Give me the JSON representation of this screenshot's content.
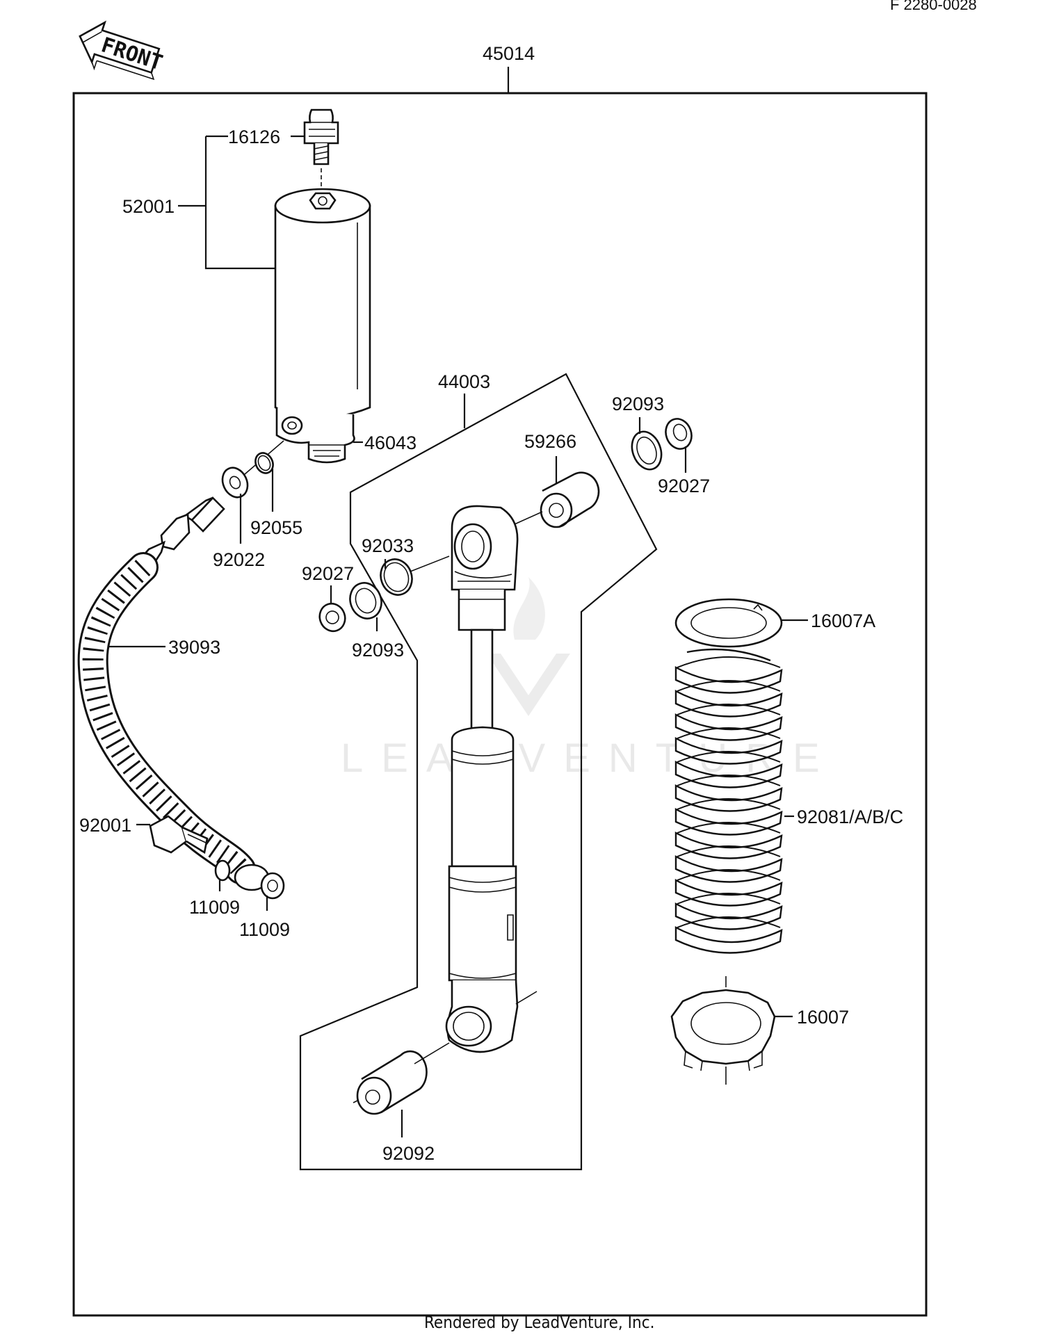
{
  "header": {
    "code": "F 2280-0028"
  },
  "direction": {
    "label": "FRONT"
  },
  "assembly": {
    "number": "45014"
  },
  "watermark": {
    "text": "LEADVENTURE"
  },
  "footer": {
    "text": "Rendered by LeadVenture, Inc."
  },
  "callouts": {
    "p16126": "16126",
    "p52001": "52001",
    "p46043": "46043",
    "p92055": "92055",
    "p92022": "92022",
    "p39093": "39093",
    "p92001": "92001",
    "p11009a": "11009",
    "p11009b": "11009",
    "p44003": "44003",
    "p59266": "59266",
    "p92093a": "92093",
    "p92027a": "92027",
    "p92033": "92033",
    "p92027b": "92027",
    "p92093b": "92093",
    "p16007A": "16007A",
    "p92081": "92081/A/B/C",
    "p16007": "16007",
    "p92092": "92092"
  }
}
